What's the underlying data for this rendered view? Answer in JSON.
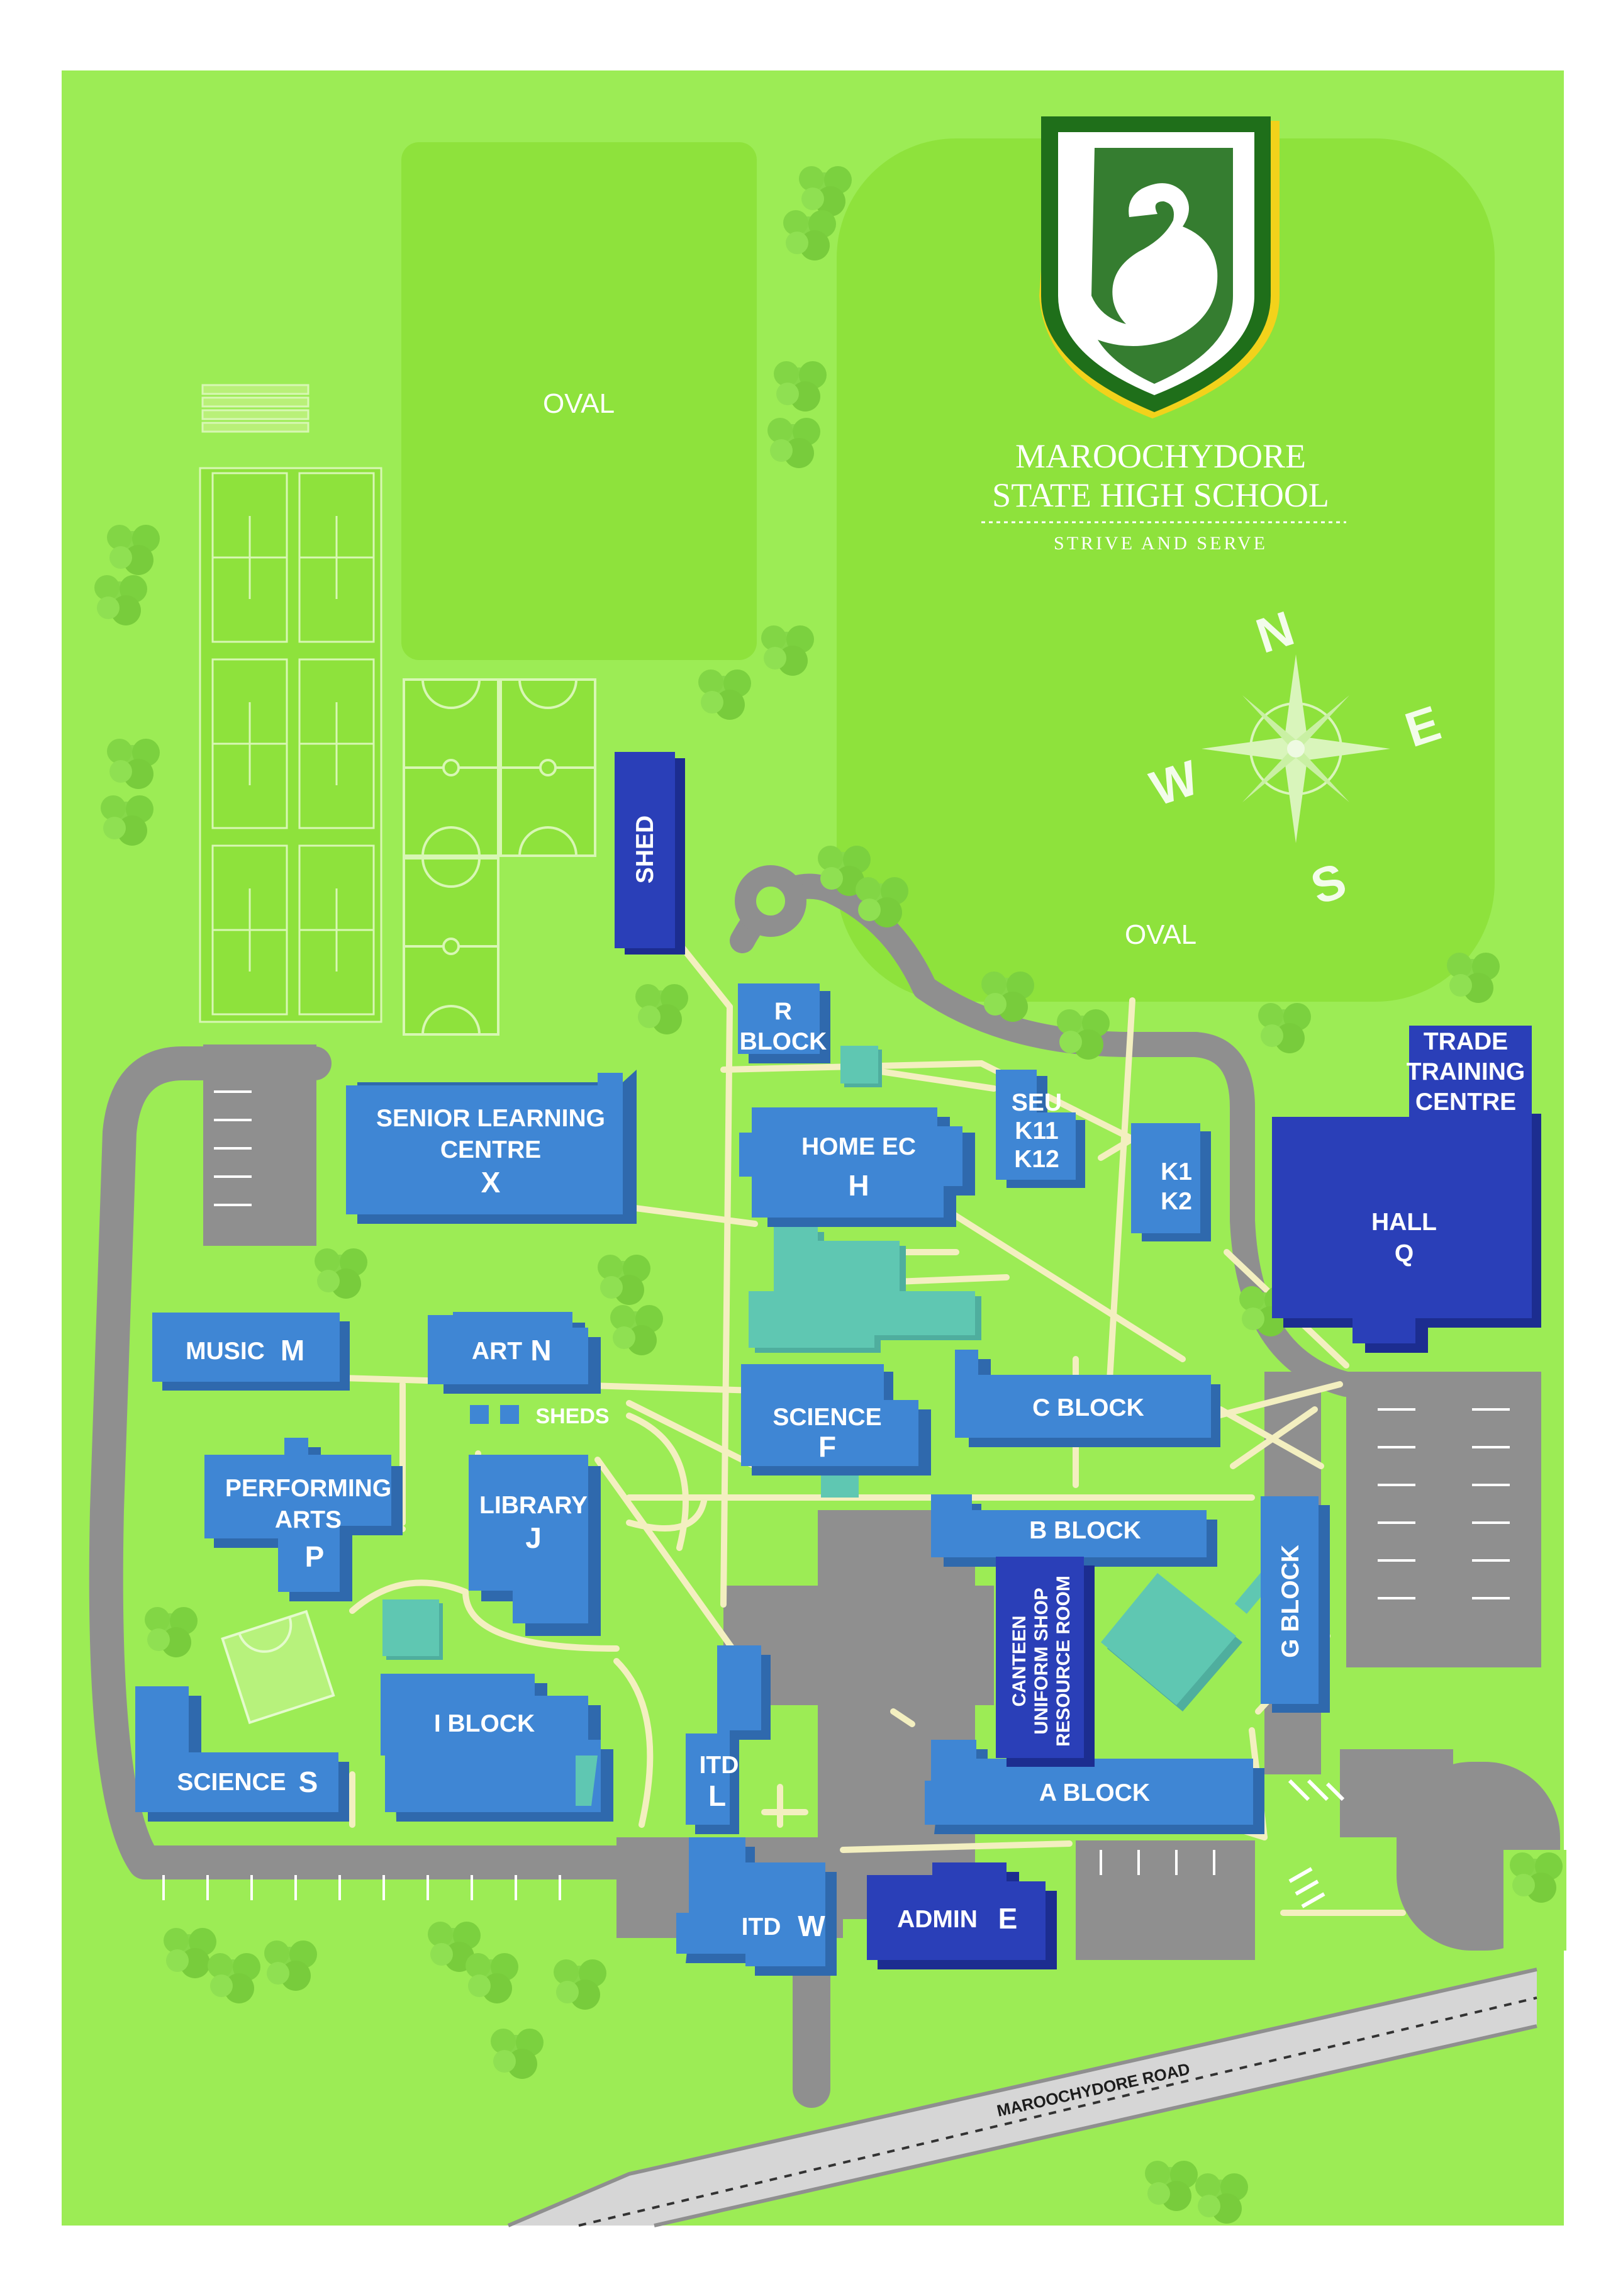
{
  "school": {
    "name_line1": "MAROOCHYDORE",
    "name_line2": "STATE HIGH SCHOOL",
    "motto": "STRIVE AND SERVE",
    "colors": {
      "green": "#1f6f1a",
      "yellow": "#f2d21b",
      "shield_white": "#ffffff"
    }
  },
  "compass": {
    "n": "N",
    "e": "E",
    "s": "S",
    "w": "W",
    "icon": "compass-rose-icon"
  },
  "fields": {
    "oval_west": "OVAL",
    "oval_east": "OVAL"
  },
  "road": {
    "name": "MAROOCHYDORE ROAD"
  },
  "buildings": {
    "senior_learning": {
      "line1": "SENIOR LEARNING",
      "line2": "CENTRE",
      "code": "X"
    },
    "music": {
      "name": "MUSIC",
      "code": "M"
    },
    "art": {
      "name": "ART",
      "code": "N"
    },
    "sheds": {
      "name": "SHEDS"
    },
    "performing_arts": {
      "line1": "PERFORMING",
      "line2": "ARTS",
      "code": "P"
    },
    "library": {
      "name": "LIBRARY",
      "code": "J"
    },
    "science_s": {
      "name": "SCIENCE",
      "code": "S"
    },
    "i_block": {
      "name": "I BLOCK"
    },
    "itd_l": {
      "name": "ITD",
      "code": "L"
    },
    "itd_w": {
      "name": "ITD",
      "code": "W"
    },
    "admin": {
      "name": "ADMIN",
      "code": "E"
    },
    "a_block": {
      "name": "A BLOCK"
    },
    "b_block": {
      "name": "B BLOCK"
    },
    "c_block": {
      "name": "C BLOCK"
    },
    "g_block": {
      "name": "G BLOCK"
    },
    "canteen": {
      "line1": "CANTEEN",
      "line2": "UNIFORM SHOP",
      "line3": "RESOURCE ROOM"
    },
    "science_f": {
      "name": "SCIENCE",
      "code": "F"
    },
    "home_ec": {
      "name": "HOME EC",
      "code": "H"
    },
    "r_block": {
      "line1": "R",
      "line2": "BLOCK"
    },
    "seu": {
      "line1": "SEU",
      "line2": "K11",
      "line3": "K12"
    },
    "k_block": {
      "line1": "K1",
      "line2": "K2"
    },
    "hall": {
      "name": "HALL",
      "code": "Q"
    },
    "trade": {
      "line1": "TRADE",
      "line2": "TRAINING",
      "line3": "CENTRE"
    },
    "shed": {
      "name": "SHED"
    }
  },
  "map_colors": {
    "grass": "#9cec55",
    "field": "#8ee23c",
    "road": "#8f8f8f",
    "path": "#f3efc0",
    "building": "#3f86d4",
    "building_dark": "#2a3fb8",
    "courtyard": "#5fc7b2"
  }
}
